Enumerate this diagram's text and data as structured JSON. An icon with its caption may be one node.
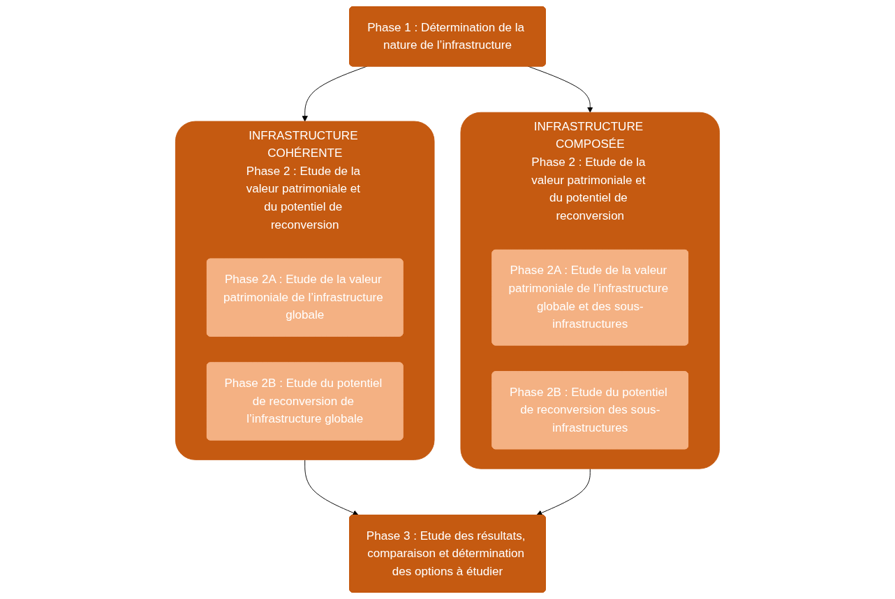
{
  "diagram": {
    "nodes": [
      {
        "text": [
          "Phase 1 : Détermination de la nature de l’infrastructure"
        ]
      },
      {
        "text": [
          "INFRASTRUCTURE COHÉRENTE",
          "Phase 2 : Etude de la valeur patrimoniale et du potentiel de reconversion"
        ]
      },
      {
        "text": [
          "Phase 2A : Etude de la valeur patrimoniale de l’infrastructure globale"
        ],
        "in": 1
      },
      {
        "text": [
          "Phase 2B : Etude du potentiel de reconversion de l’infrastructure globale"
        ],
        "in": 1
      },
      {
        "text": [
          "INFRASTRUCTURE COMPOSÉE",
          "Phase 2 : Etude de la valeur patrimoniale et du potentiel de reconversion"
        ]
      },
      {
        "text": [
          "Phase 2A : Etude de la valeur patrimoniale de l’infrastructure globale et des sous-infrastructures"
        ],
        "in": 4
      },
      {
        "text": [
          "Phase 2B : Etude du potentiel de reconversion des sous-infrastructures"
        ],
        "in": 4
      },
      {
        "text": [
          "Phase 3 : Etude des résultats, comparaison et détermination des options à étudier"
        ]
      }
    ],
    "edges": [
      {
        "from": 0,
        "to": 1,
        "arrow": "to"
      },
      {
        "from": 0,
        "to": 4,
        "arrow": "to"
      },
      {
        "from": 1,
        "to": 7,
        "arrow": "to"
      },
      {
        "from": 4,
        "to": 7,
        "arrow": "to"
      }
    ]
  }
}
